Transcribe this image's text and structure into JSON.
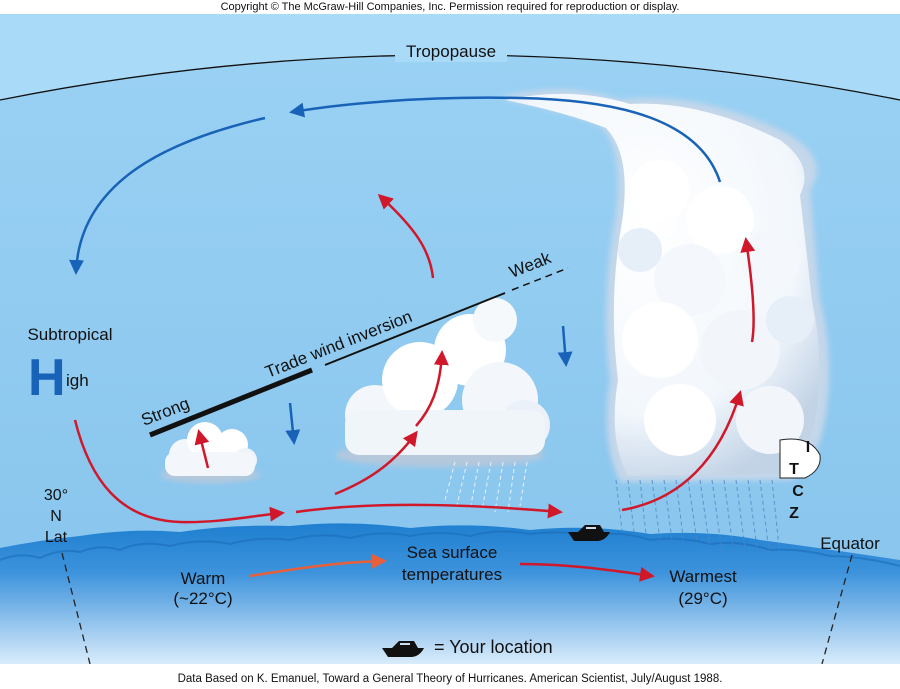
{
  "copyright": "Copyright © The McGraw-Hill Companies, Inc. Permission required for reproduction or display.",
  "credit": "Data Based on K. Emanuel, Toward a General Theory of Hurricanes. American Scientist, July/August 1988.",
  "labels": {
    "tropopause": "Tropopause",
    "subtropical": "Subtropical",
    "high_letter": "H",
    "high_rest": "igh",
    "trade_wind_inversion": "Trade wind inversion",
    "strong": "Strong",
    "weak": "Weak",
    "lat_line1": "30°",
    "lat_line2": "N",
    "lat_line3": "Lat",
    "equator": "Equator",
    "itcz": [
      "I",
      "T",
      "C",
      "Z"
    ],
    "warm": "Warm",
    "warm_temp": "(~22°C)",
    "sea_surface_line1": "Sea surface",
    "sea_surface_line2": "temperatures",
    "warmest": "Warmest",
    "warmest_temp": "(29°C)",
    "legend_location": "= Your location"
  },
  "colors": {
    "sky": "#8ec9ee",
    "sea": "#2f86d2",
    "sea_light": "#7dbdf0",
    "warm_arrow": "#d0182a",
    "cool_arrow": "#1862b8",
    "sst_arrow_warm": "#e8603a",
    "cloud": "#ffffff",
    "cloud_shadow": "#b9cbe0"
  }
}
